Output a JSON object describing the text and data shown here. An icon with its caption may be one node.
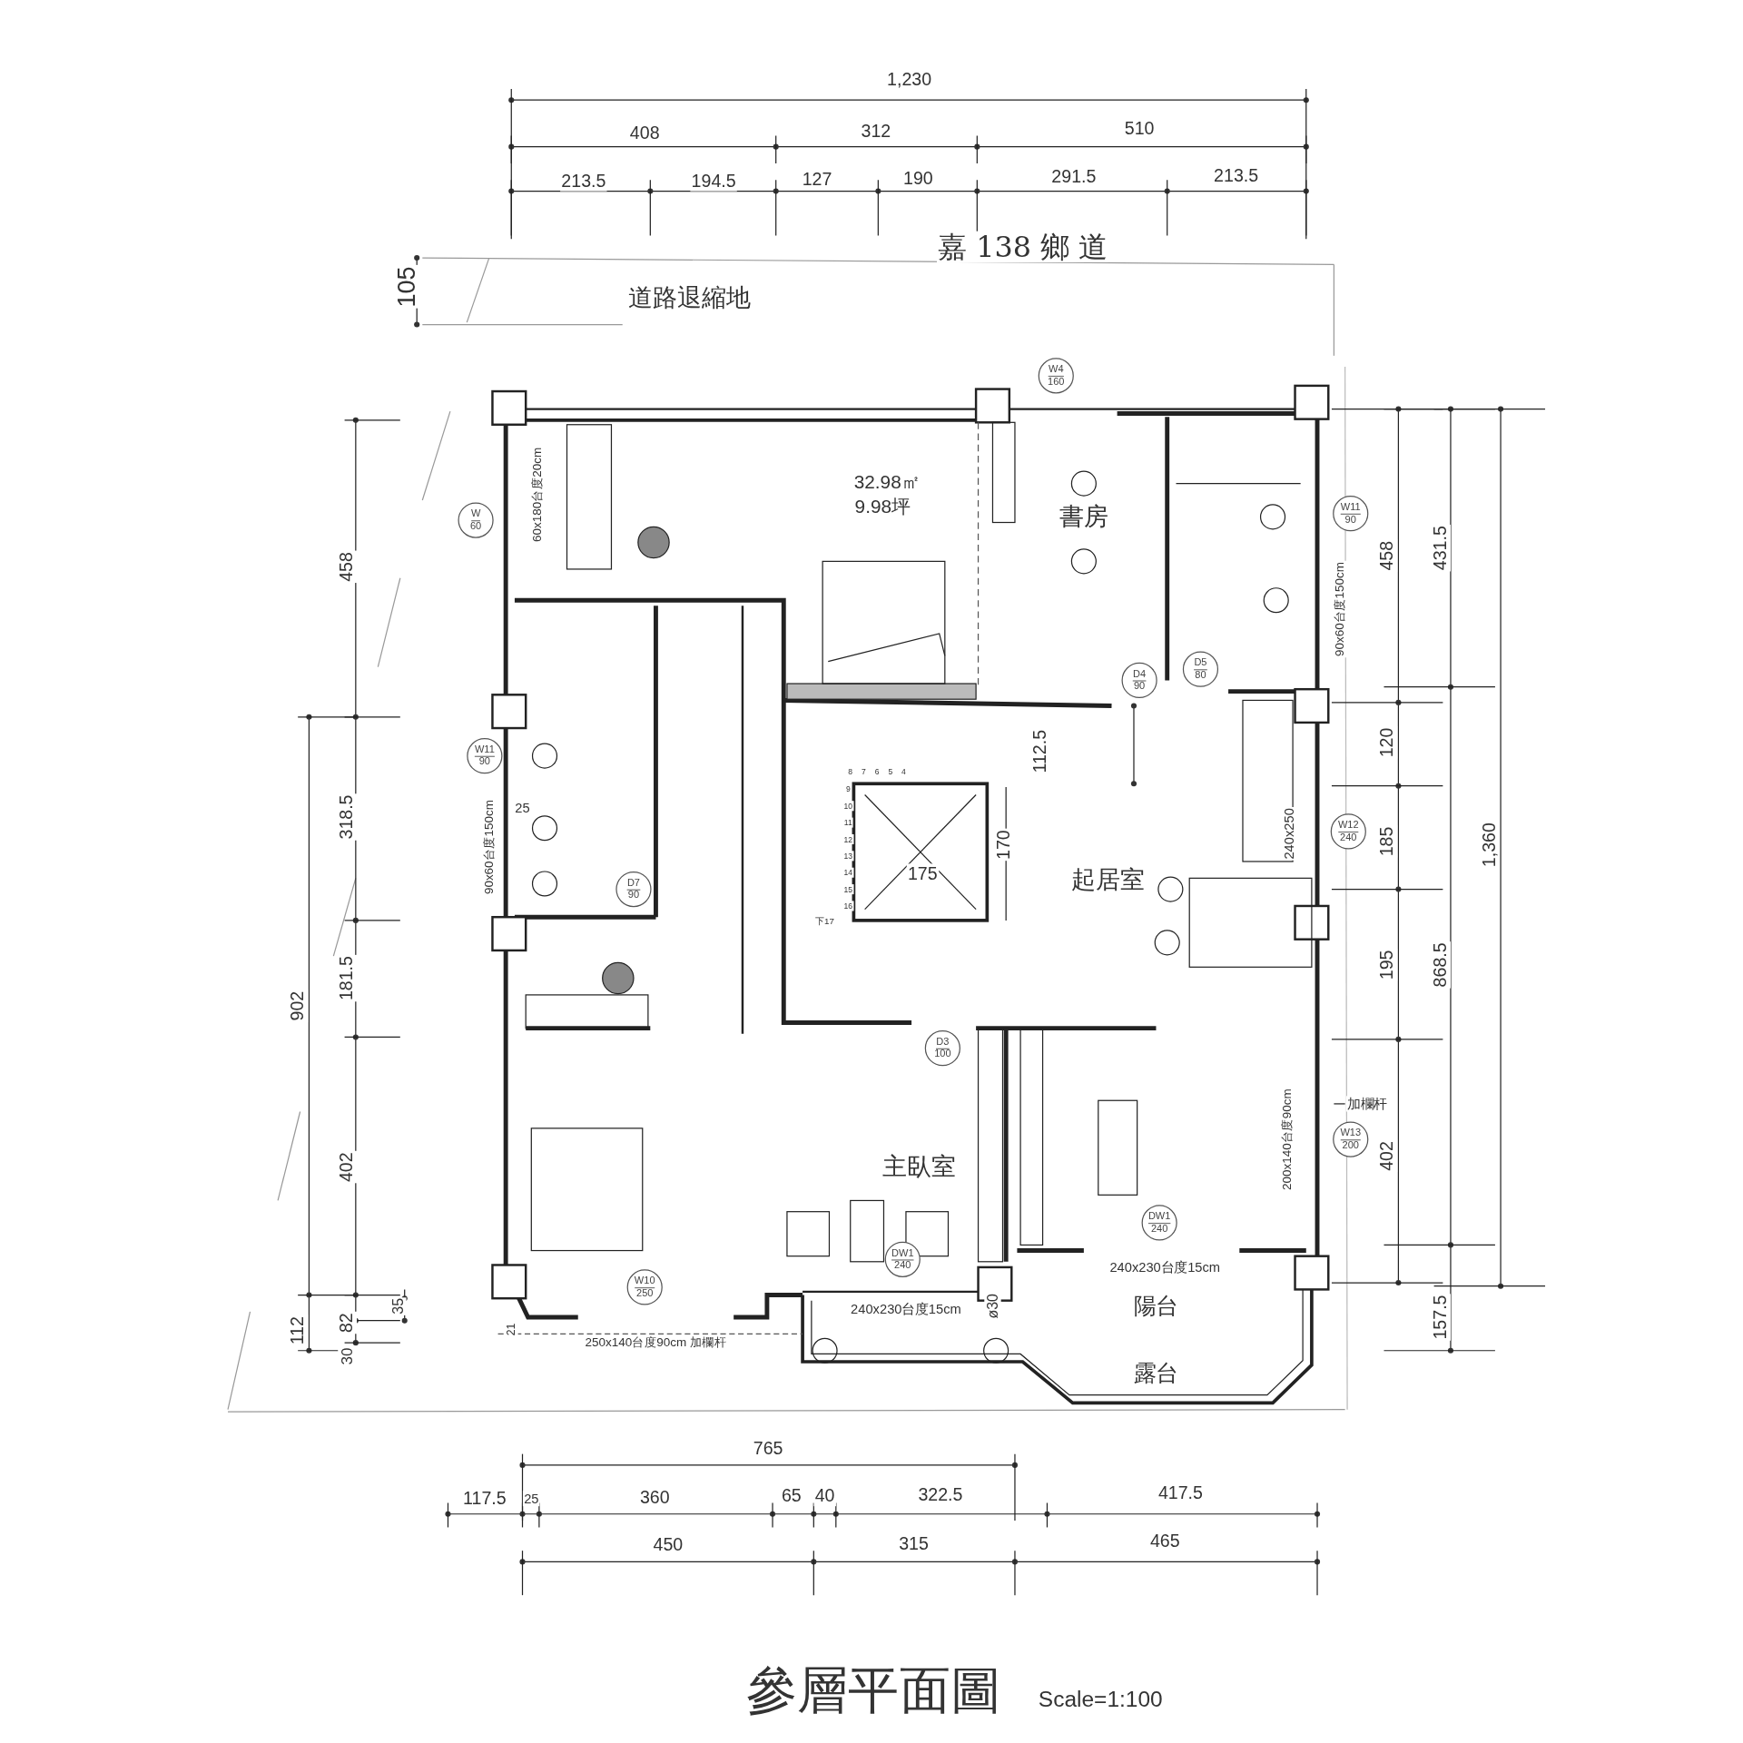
{
  "diagram": {
    "title": "參層平面圖",
    "caption": "Scale=1:100",
    "nodes": [
      {
        "text": [
          "W4",
          "160"
        ]
      },
      {
        "text": [
          "W",
          "60"
        ]
      },
      {
        "text": [
          "W11",
          "90"
        ]
      },
      {
        "text": [
          "D5",
          "80"
        ]
      },
      {
        "text": [
          "D4",
          "90"
        ]
      },
      {
        "text": [
          "W11",
          "90"
        ]
      },
      {
        "text": [
          "W12",
          "240"
        ]
      },
      {
        "text": [
          "D7",
          "90"
        ]
      },
      {
        "text": [
          "D3",
          "100"
        ]
      },
      {
        "text": [
          "W13",
          "200"
        ]
      },
      {
        "text": [
          "DW1",
          "240"
        ]
      },
      {
        "text": [
          "DW1",
          "240"
        ]
      },
      {
        "text": [
          "W10",
          "250"
        ]
      }
    ],
    "labels": [
      "1,230",
      "408",
      "312",
      "510",
      "213.5",
      "194.5",
      "127",
      "190",
      "291.5",
      "213.5",
      "嘉 138 鄉 道",
      "105",
      "道路退縮地",
      "32.98㎡",
      "9.98坪",
      "60x180台度20cm",
      "書房",
      "458",
      "458",
      "431.5",
      "90x60台度150cm",
      "120",
      "112.5",
      "8",
      "7",
      "6",
      "5",
      "4",
      "25",
      "318.5",
      "9",
      "10",
      "11",
      "12",
      "13",
      "14",
      "15",
      "16",
      "240x250",
      "185",
      "1,360",
      "90x60台度150cm",
      "170",
      "175",
      "起居室",
      "下17",
      "181.5",
      "195",
      "868.5",
      "902",
      "加欄杆",
      "402",
      "主臥室",
      "200x140台度90cm",
      "402",
      "240x230台度15cm",
      "陽台",
      "35",
      "240x230台度15cm",
      "ø30",
      "157.5",
      "82",
      "112",
      "21",
      "250x140台度90cm 加欄杆",
      "30",
      "露台",
      "765",
      "117.5",
      "25",
      "360",
      "65",
      "40",
      "322.5",
      "417.5",
      "450",
      "315",
      "465"
    ]
  }
}
